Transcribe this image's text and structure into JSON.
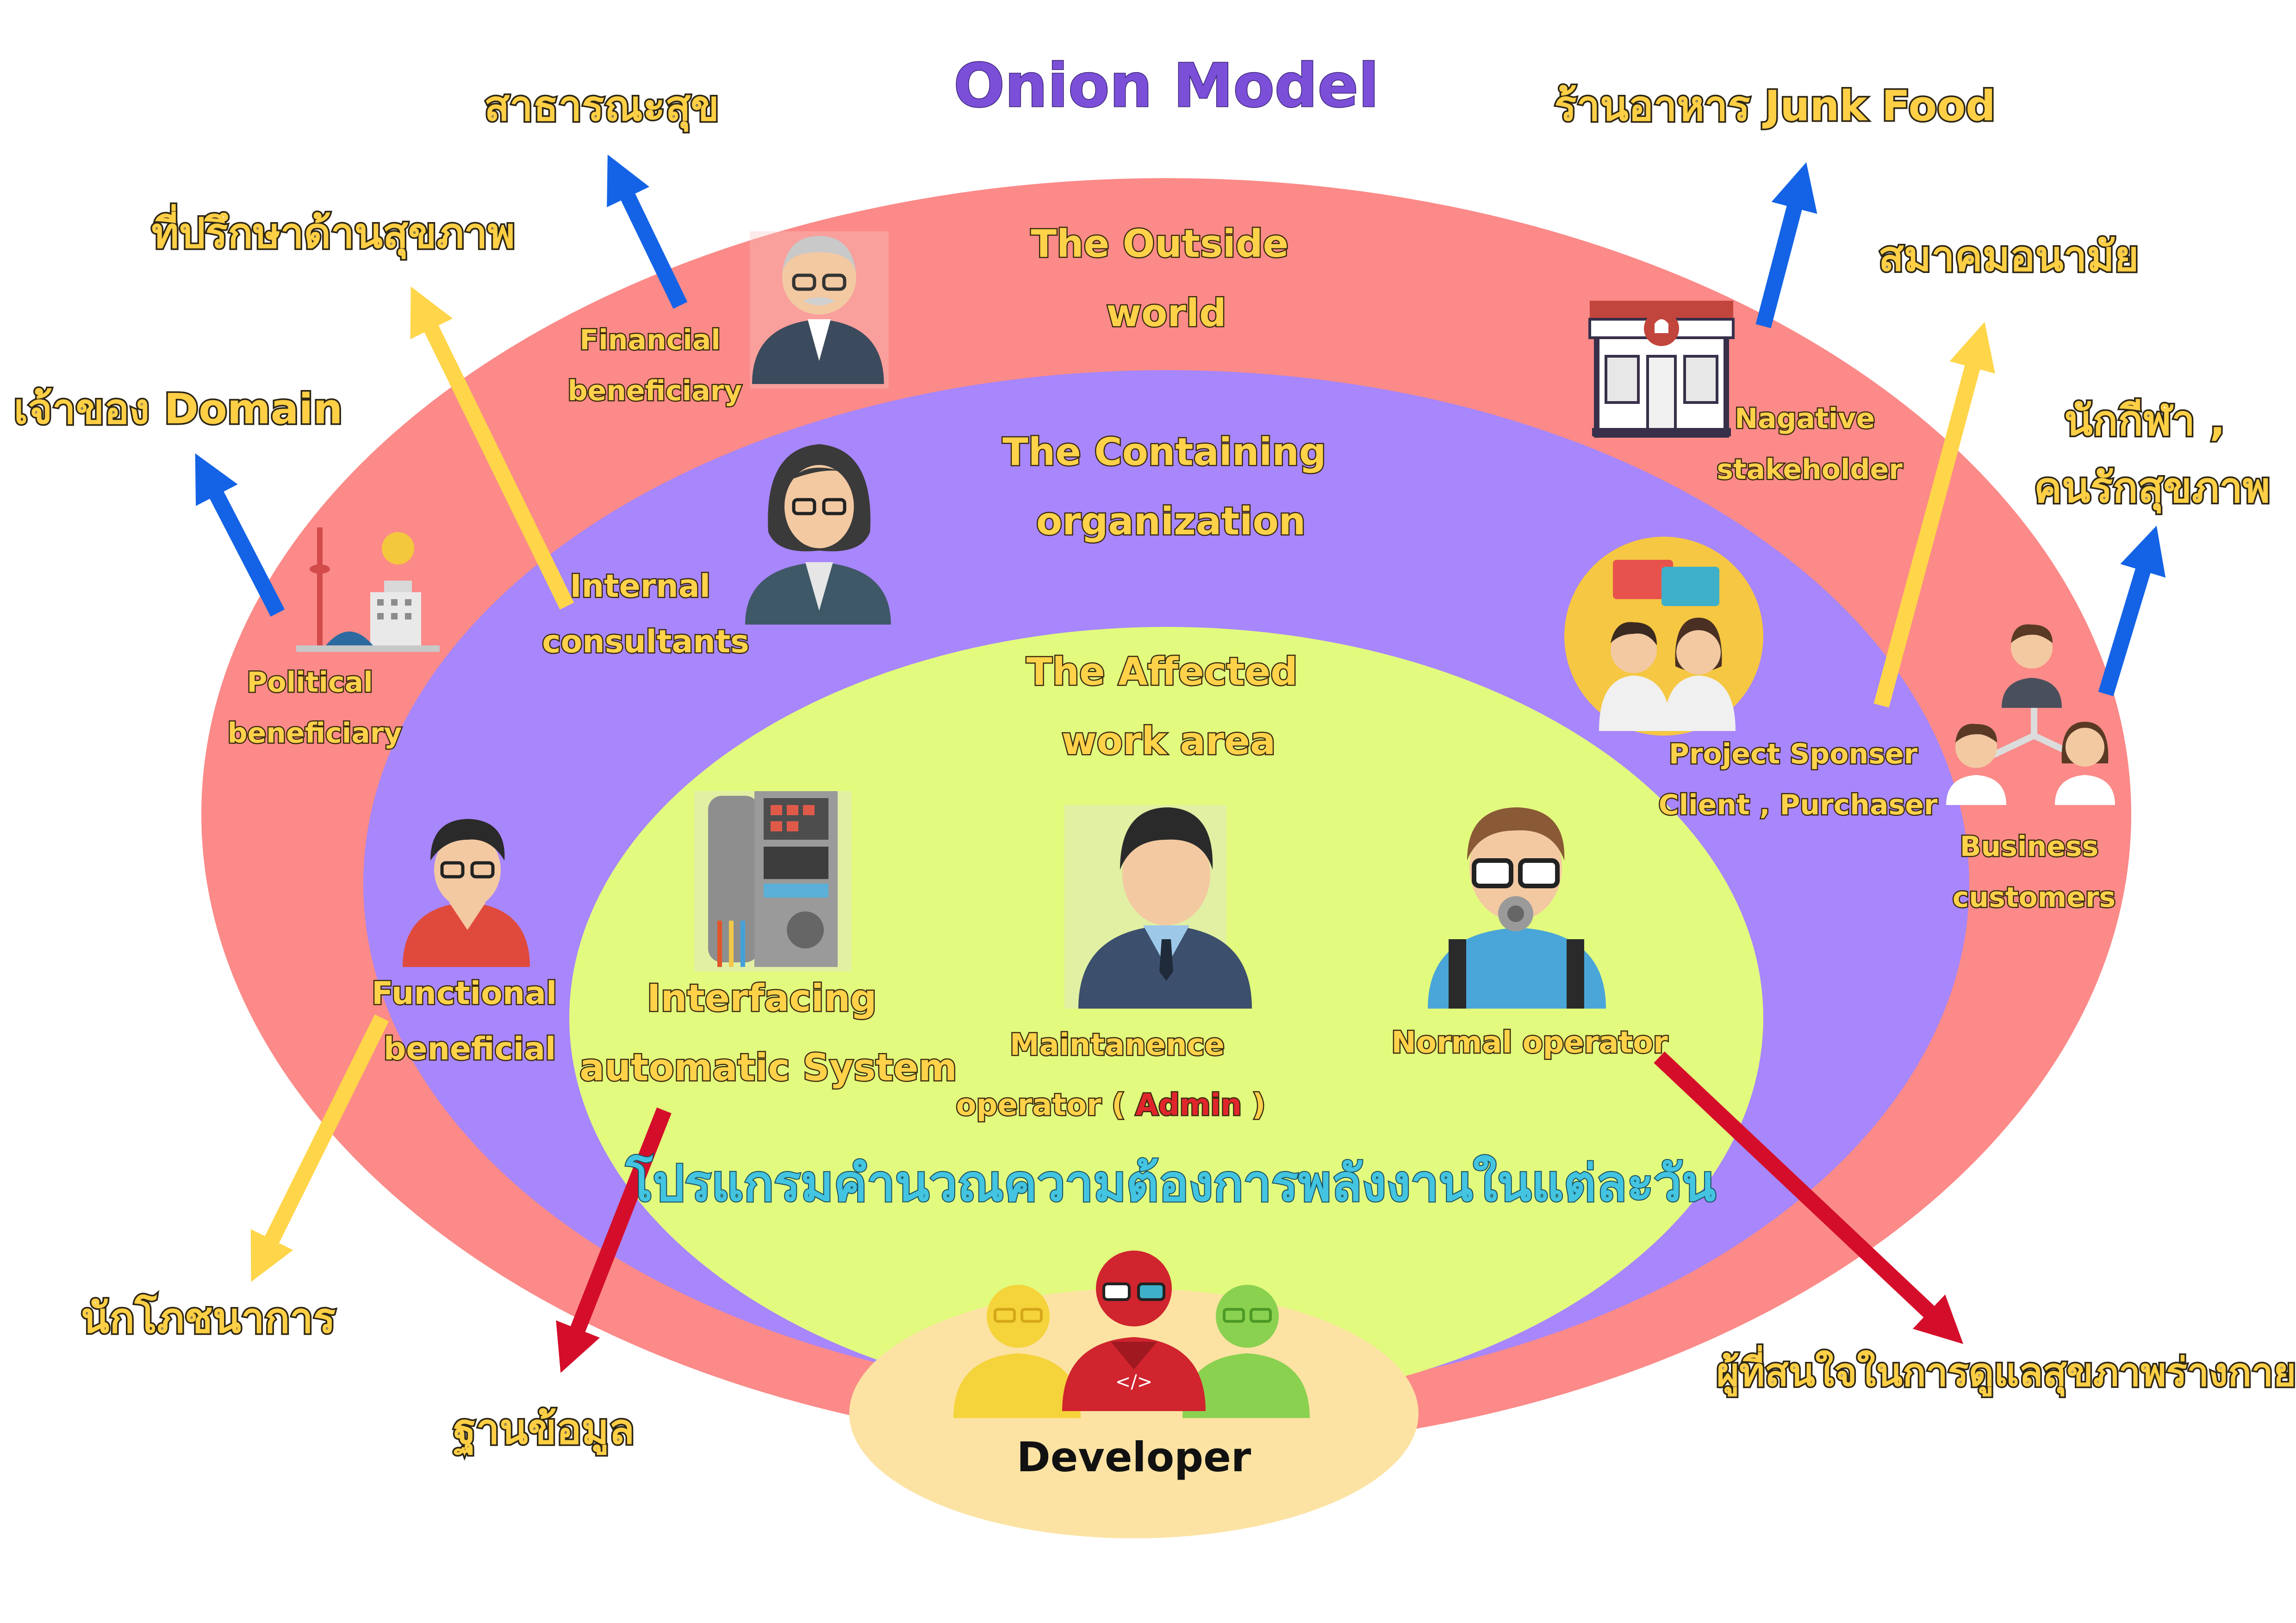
{
  "title": "Onion Model",
  "layers": {
    "outside": [
      "The Outside",
      "world"
    ],
    "containing": [
      "The Containing",
      "organization"
    ],
    "affected": [
      "The Affected",
      "work area"
    ]
  },
  "program_name": "โปรแกรมคำนวณความต้องการพลังงานในแต่ละวัน",
  "developer_label": "Developer",
  "stakeholders": {
    "financial": [
      "Financial",
      "beneficiary"
    ],
    "political": [
      "Political",
      "beneficiary"
    ],
    "internal": [
      "Internal",
      "consultants"
    ],
    "functional": [
      "Functional",
      "beneficial"
    ],
    "negative": [
      "Nagative",
      "stakeholder"
    ],
    "sponsor": [
      "Project Sponser",
      "Client , Purchaser"
    ],
    "business": [
      "Business",
      "customers"
    ],
    "interfacing": [
      "Interfacing",
      "automatic System"
    ],
    "maintenance": [
      "Maintanence",
      "operator ( ",
      "Admin",
      " )"
    ],
    "normal": "Normal operator"
  },
  "thai_labels": {
    "public_health": "สาธารณะสุข",
    "health_advisor": "ที่ปรึกษาด้านสุขภาพ",
    "domain_owner": "เจ้าของ Domain",
    "nutritionist": "นักโภชนาการ",
    "database": "ฐานข้อมูล",
    "junk_food": "ร้านอาหาร Junk Food",
    "sanitation_assoc": "สมาคมอนามัย",
    "athletes": [
      "นักกีฬา ,",
      "คนรักสุขภาพ"
    ],
    "health_interested": "ผู้ที่สนใจในการดูแลสุขภาพร่างกาย"
  },
  "icons": [
    "elder-manager-icon",
    "businesswoman-icon",
    "city-skyline-icon",
    "man-glasses-icon",
    "restaurant-icon",
    "doctors-chat-icon",
    "business-team-icon",
    "machine-icon",
    "admin-man-icon",
    "diver-operator-icon",
    "developer-team-icon"
  ],
  "colors": {
    "outer_ring": "#fb8a88",
    "middle_ring": "#a886fb",
    "inner_ring": "#e2fb7e",
    "developer_ellipse": "#fce3a3",
    "arrow_blue": "#1463e6",
    "arrow_yellow": "#ffd54a",
    "arrow_red": "#d40e2a",
    "label_yellow": "#ffd24a",
    "title_purple": "#7b4fd8"
  }
}
